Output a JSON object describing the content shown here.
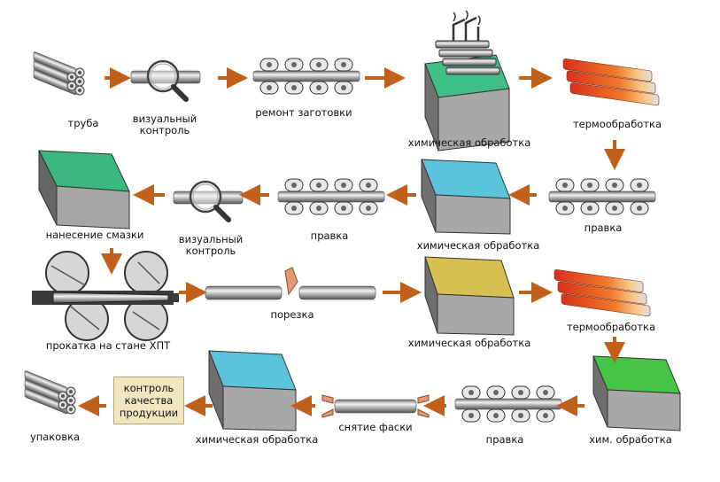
{
  "steps": {
    "pipe": "труба",
    "visual1": [
      "визуальный",
      "контроль"
    ],
    "repair": "ремонт заготовки",
    "chem1": "химическая обработка",
    "heat1": "термообработка",
    "straight1": "правка",
    "chem2": "химическая обработка",
    "straight2": "правка",
    "visual2": [
      "визуальный",
      "контроль"
    ],
    "lube": "нанесение смазки",
    "rolling": "прокатка на стане ХПТ",
    "cutting": "порезка",
    "chem3": "химическая обработка",
    "heat2": "термообработка",
    "chem4": "хим. обработка",
    "straight3": "правка",
    "chamfer": "снятие фаски",
    "chem5": "химическая обработка",
    "quality": [
      "контроль",
      "качества",
      "продукции"
    ],
    "packing": "упаковка"
  },
  "colors": {
    "arrow": "#c0601a",
    "qc_box": "#f1e6bf",
    "bath_green": "#3fbf86",
    "bath_blue": "#5cc3dc",
    "bath_yellow": "#d8c050",
    "bath_green2": "#46c446",
    "heat_red": "#d83a1e",
    "heat_orange": "#f07a2a"
  }
}
